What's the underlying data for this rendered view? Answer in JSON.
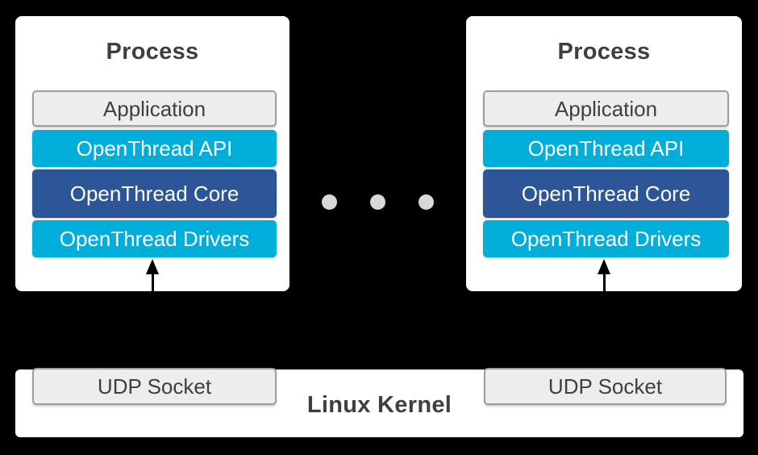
{
  "processes": [
    {
      "title": "Process",
      "layers": [
        {
          "label": "Application"
        },
        {
          "label": "OpenThread API"
        },
        {
          "label": "OpenThread Core"
        },
        {
          "label": "OpenThread Drivers"
        }
      ]
    },
    {
      "title": "Process",
      "layers": [
        {
          "label": "Application"
        },
        {
          "label": "OpenThread API"
        },
        {
          "label": "OpenThread Core"
        },
        {
          "label": "OpenThread Drivers"
        }
      ]
    }
  ],
  "ellipsis": {
    "dot_count": 3
  },
  "kernel": {
    "label": "Linux Kernel",
    "sockets": [
      "UDP Socket",
      "UDP Socket"
    ]
  },
  "colors": {
    "background": "#000000",
    "card": "#ffffff",
    "cyan": "#00aeda",
    "core_blue": "#2d5699",
    "neutral_box": "#ededee",
    "neutral_border": "#9e9e9e",
    "text_dark": "#3c4043",
    "dot_gray": "#d8d8d8",
    "arrow": "#000000"
  }
}
